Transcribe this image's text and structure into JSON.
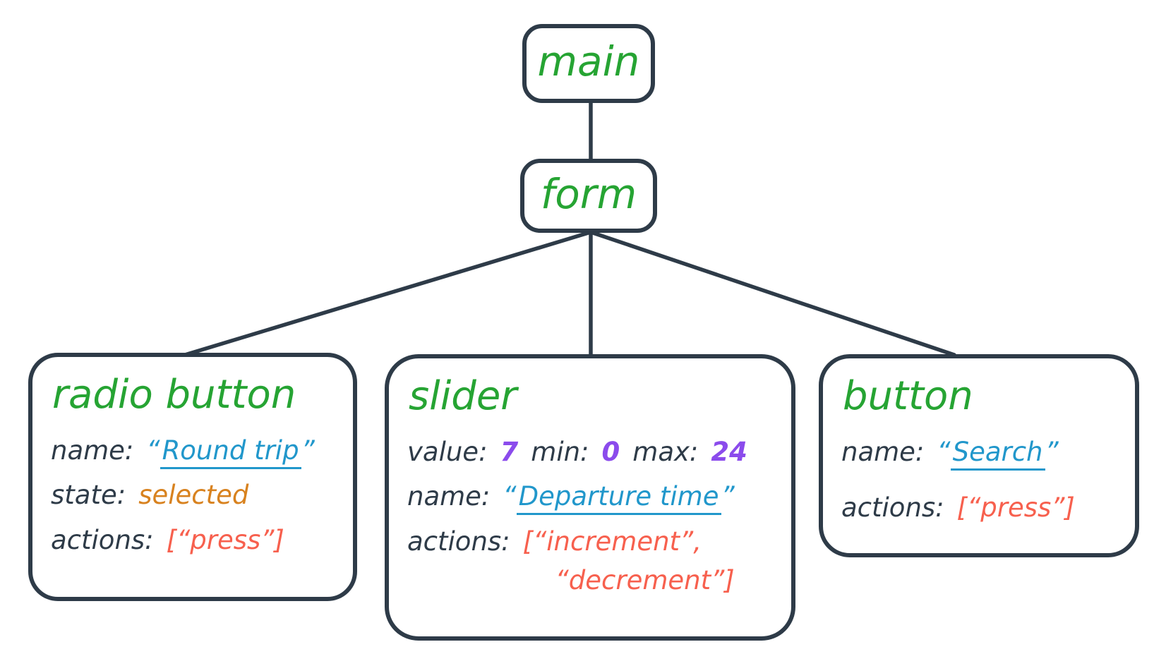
{
  "colors": {
    "ink": "#2e3b48",
    "role_green": "#26a433",
    "link_blue": "#2197cb",
    "state_orange": "#d8821f",
    "action_red": "#f7604e",
    "number_purple": "#8b4bec",
    "background": "#ffffff"
  },
  "punctuation": {
    "open_quote": "“",
    "close_quote": "”"
  },
  "tree": {
    "main": {
      "title": "main"
    },
    "form": {
      "title": "form"
    },
    "radio_button": {
      "title": "radio button",
      "name_label": "name:",
      "name_value": "Round trip",
      "state_label": "state:",
      "state_value": "selected",
      "actions_label": "actions:",
      "actions_value": "[“press”]"
    },
    "slider": {
      "title": "slider",
      "value_label": "value:",
      "value": "7",
      "min_label": "min:",
      "min": "0",
      "max_label": "max:",
      "max": "24",
      "name_label": "name:",
      "name_value": "Departure time",
      "actions_label": "actions:",
      "actions_value_line1": "[“increment”,",
      "actions_value_line2": "“decrement”]"
    },
    "button": {
      "title": "button",
      "name_label": "name:",
      "name_value": "Search",
      "actions_label": "actions:",
      "actions_value": "[“press”]"
    }
  }
}
